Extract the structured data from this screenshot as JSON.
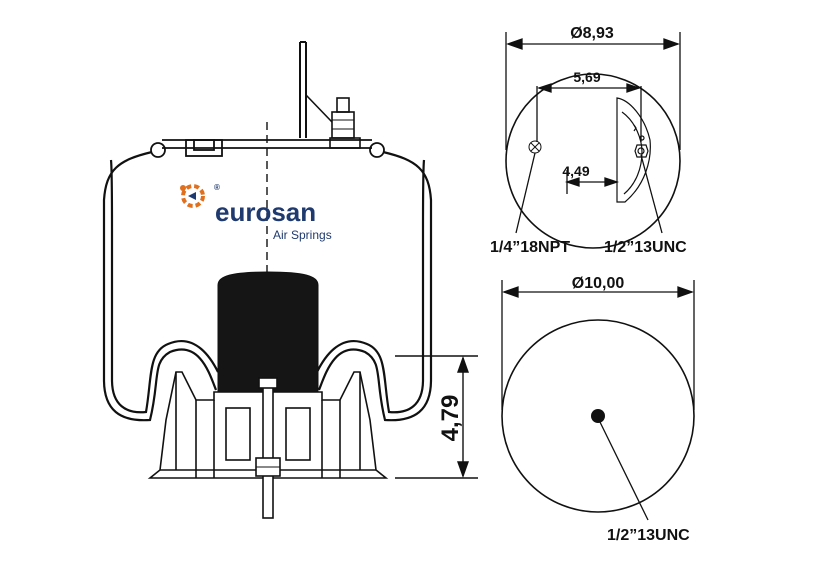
{
  "logo": {
    "brand": "eurosan",
    "tagline": "Air Springs",
    "registered": "®",
    "brand_color": "#1f3a6e",
    "accent_color": "#e0701e"
  },
  "dimensions": {
    "top_outer_diameter": "Ø8,93",
    "top_bolt_spacing": "5,69",
    "top_inner_spacing": "4,49",
    "bottom_diameter": "Ø10,00",
    "height": "4,79"
  },
  "callouts": {
    "air_fitting": "1/4”18NPT",
    "top_stud": "1/2”13UNC",
    "bottom_stud": "1/2”13UNC"
  },
  "colors": {
    "line": "#111111",
    "piston": "#151515"
  }
}
